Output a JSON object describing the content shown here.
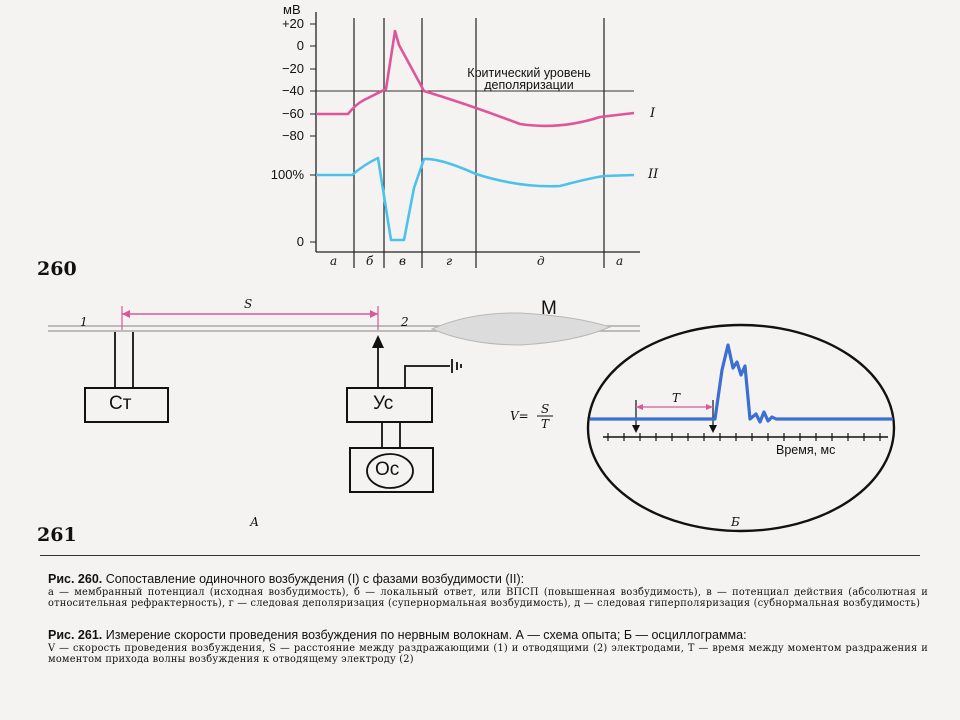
{
  "fig260": {
    "number": "260",
    "unit": "мВ",
    "yticks_mv": [
      "+20",
      "0",
      "−20",
      "−40",
      "−60",
      "−80"
    ],
    "yticks_pct": [
      "100%",
      "0"
    ],
    "critical_label_1": "Критический уровень",
    "critical_label_2": "деполяризации",
    "curve_labels": [
      "I",
      "II"
    ],
    "phases": [
      "а",
      "б",
      "в",
      "г",
      "д",
      "а"
    ]
  },
  "fig261": {
    "number": "261",
    "S_label": "S",
    "electrode1": "1",
    "electrode2": "2",
    "muscle_label": "М",
    "stim_box": "Ст",
    "amp_box": "Ус",
    "osc_box": "Ос",
    "formula_left": "V=",
    "formula_num": "S",
    "formula_den": "T",
    "panel_A": "А",
    "panel_B": "Б",
    "T_label": "T",
    "time_label": "Время, мс"
  },
  "caption260": {
    "head_bold": "Рис. 260.",
    "head_text": "Сопоставление одиночного возбуждения (I) с фазами возбудимости (II):",
    "body": "а — мембранный потенциал (исходная возбудимость), б — локальный ответ, или ВПСП (повышенная возбудимость), в — потенциал действия (абсолютная и относительная рефрактерность), г — следовая деполяризация (супернормальная возбудимость), д — следовая гиперполяризация (субнормальная возбудимость)"
  },
  "caption261": {
    "head_bold": "Рис. 261.",
    "head_text": "Измерение скорости проведения возбуждения по нервным волокнам. А — схема опыта; Б — осциллограмма:",
    "body": "V — скорость проведения возбуждения, S — расстояние между раздражающими (1) и отводящими (2) электродами, T — время между моментом раздражения и моментом прихода волны возбуждения к отводящему электроду (2)"
  },
  "colors": {
    "membrane_curve": "#e0559a",
    "excitability_curve": "#4cc2ea",
    "scale_bar": "#d8589c",
    "oscillogram": "#3b6fd4",
    "ink": "#111111"
  }
}
